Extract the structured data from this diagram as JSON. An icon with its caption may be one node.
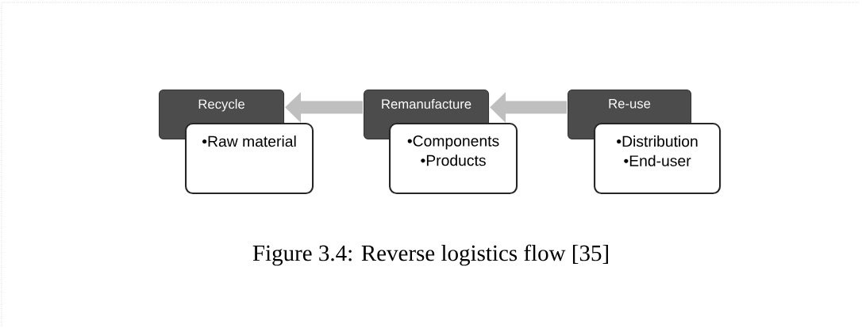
{
  "diagram": {
    "caption": "Figure 3.4: Reverse logistics flow [35]",
    "nodes": [
      {
        "text": [
          "Recycle"
        ]
      },
      {
        "text": [
          "•Raw material"
        ]
      },
      {
        "text": [
          "Remanufacture"
        ]
      },
      {
        "text": [
          "•Components",
          "•Products"
        ]
      },
      {
        "text": [
          "Re-use"
        ]
      },
      {
        "text": [
          "•Distribution",
          "•End-user"
        ]
      }
    ],
    "edges": [
      {
        "from": 2,
        "to": 0,
        "arrow": "to"
      },
      {
        "from": 4,
        "to": 2,
        "arrow": "to"
      }
    ]
  }
}
